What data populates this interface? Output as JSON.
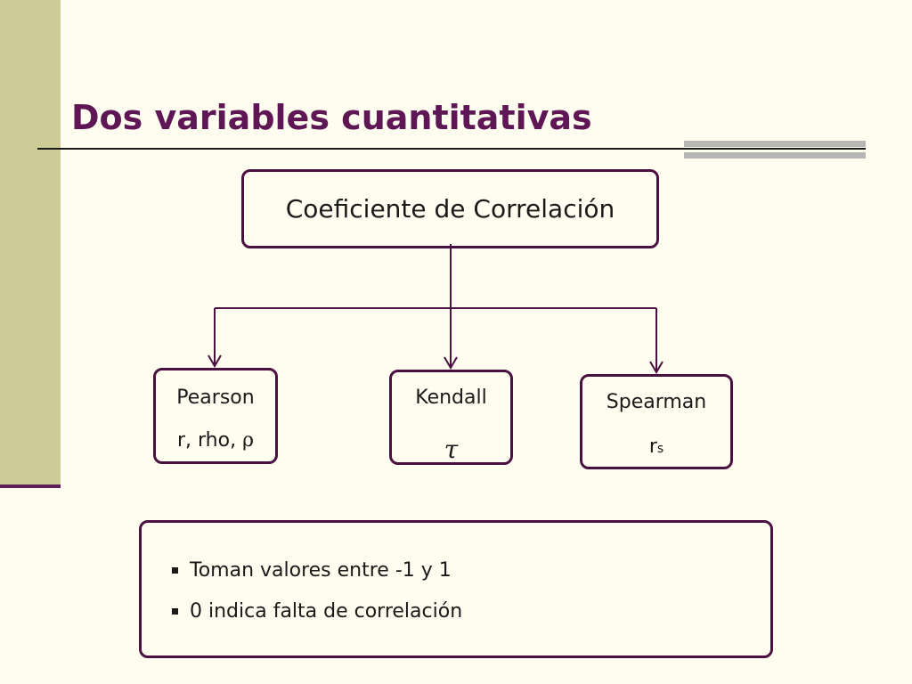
{
  "slide": {
    "title": "Dos variables cuantitativas"
  },
  "diagram": {
    "root": {
      "label": "Coeficiente de Correlación"
    },
    "children": [
      {
        "name": "Pearson",
        "symbol_text": "r, rho, ",
        "symbol_glyph": "ρ"
      },
      {
        "name": "Kendall",
        "symbol_glyph": "τ"
      },
      {
        "name": "Spearman",
        "symbol_main": "r",
        "symbol_sub": "s"
      }
    ]
  },
  "notes": {
    "items": [
      "Toman valores entre -1 y 1",
      "0 indica falta de correlación"
    ]
  },
  "colors": {
    "background": "#fefdf0",
    "accent": "#5e1654",
    "sidebar": "#cdcb96",
    "box_border": "#4a1040"
  },
  "icons": {
    "bullet": "square-bullet-icon",
    "arrow": "arrow-down-icon"
  }
}
